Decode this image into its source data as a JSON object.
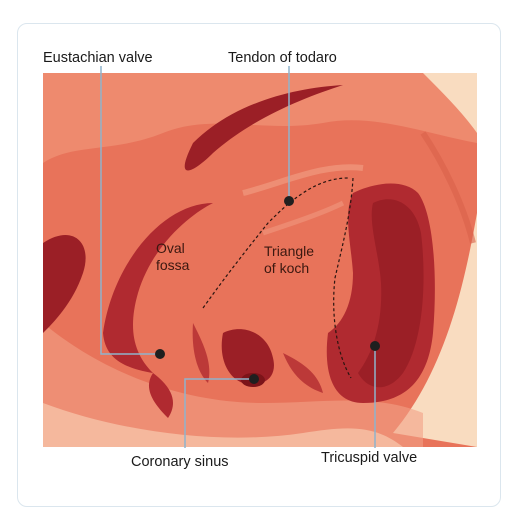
{
  "labels": {
    "eustachian_valve": "Eustachian valve",
    "tendon_of_todaro": "Tendon of todaro",
    "coronary_sinus": "Coronary sinus",
    "tricuspid_valve": "Tricuspid valve",
    "oval_fossa_line1": "Oval",
    "oval_fossa_line2": "fossa",
    "triangle_line1": "Triangle",
    "triangle_line2": "of koch"
  },
  "colors": {
    "tissue_base": "#e8735a",
    "tissue_light": "#f2a085",
    "tissue_mid": "#d9614a",
    "tissue_dark": "#9b1f26",
    "tissue_deep": "#b02a30",
    "cream": "#f9dcc0",
    "leader_line": "#8fb3cc",
    "marker": "#1f1f1f"
  }
}
